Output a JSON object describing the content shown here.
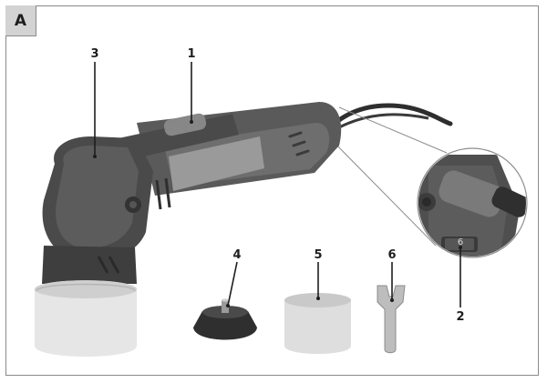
{
  "figure": {
    "panel_label": "A",
    "switch_marking": "6",
    "callouts": [
      {
        "id": "1",
        "label": "1",
        "part": "on-off-switch"
      },
      {
        "id": "2",
        "label": "2",
        "part": "speed-regulator"
      },
      {
        "id": "3",
        "label": "3",
        "part": "spindle-lock-button"
      },
      {
        "id": "4",
        "label": "4",
        "part": "backing-pad"
      },
      {
        "id": "5",
        "label": "5",
        "part": "polishing-sponge"
      },
      {
        "id": "6",
        "label": "6",
        "part": "wrench"
      }
    ],
    "colors": {
      "frame": "#8a8a8a",
      "tag_fill": "#d3d3d3",
      "body_dark": "#4a4a4a",
      "body_mid": "#6b6b6b",
      "grip": "#9a9a9a",
      "sponge": "#e2e2e2",
      "text": "#1e1e1e"
    }
  }
}
